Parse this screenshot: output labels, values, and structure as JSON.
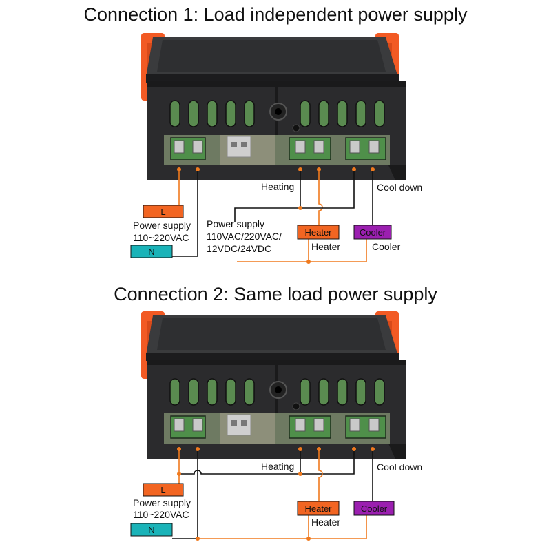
{
  "diagram1": {
    "title": "Connection 1: Load independent power supply",
    "heating_label": "Heating",
    "cool_down_label": "Cool down",
    "l_label": "L",
    "n_label": "N",
    "supply_line1": "Power supply",
    "supply_line2": "110~220VAC",
    "load_supply_line1": "Power supply",
    "load_supply_line2": "110VAC/220VAC/",
    "load_supply_line3": "12VDC/24VDC",
    "heater_box": "Heater",
    "heater_label": "Heater",
    "cooler_box": "Cooler",
    "cooler_label": "Cooler"
  },
  "diagram2": {
    "title": "Connection 2: Same load power supply",
    "heating_label": "Heating",
    "cool_down_label": "Cool down",
    "l_label": "L",
    "n_label": "N",
    "supply_line1": "Power supply",
    "supply_line2": "110~220VAC",
    "heater_box": "Heater",
    "heater_label": "Heater",
    "cooler_box": "Cooler"
  },
  "colors": {
    "orange_wire": "#f07a1e",
    "black_wire": "#111111",
    "l_box": "#f26522",
    "n_box": "#1ab3b8",
    "heater_box": "#f26522",
    "cooler_box": "#9b1fb0",
    "device_body": "#2b2b2d",
    "terminal_green": "#4f8f4a",
    "clip_orange": "#f25a24"
  }
}
